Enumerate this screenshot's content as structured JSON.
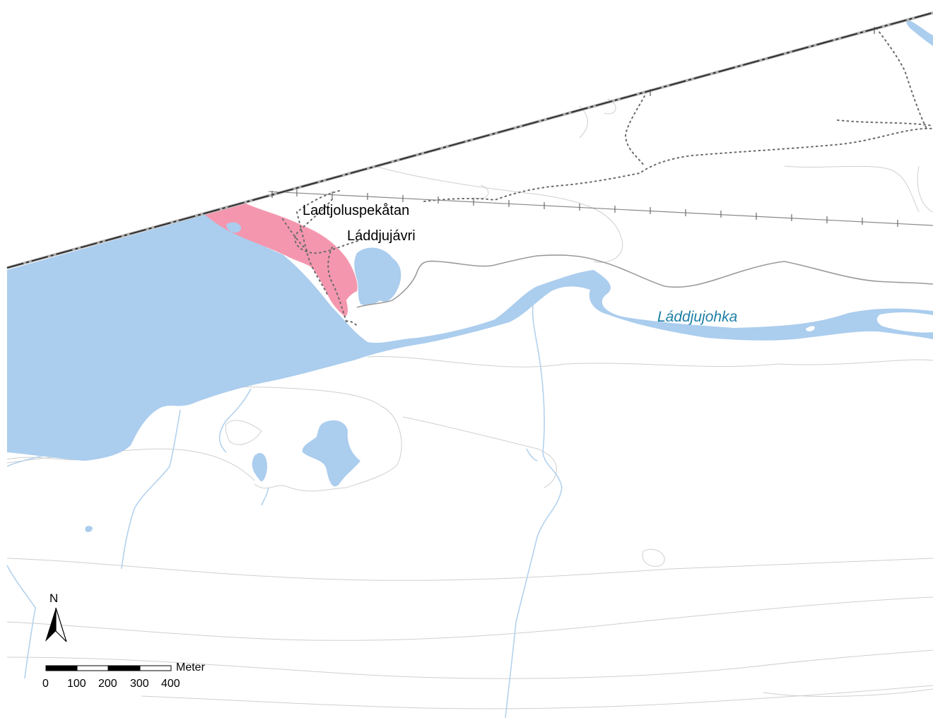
{
  "labels": {
    "place_1": "Ladtjoluspekåtan",
    "place_2": "Láddjujávri",
    "river": "Láddjujohka"
  },
  "north_arrow": {
    "letter": "N"
  },
  "scale_bar": {
    "unit": "Meter",
    "ticks": [
      "0",
      "100",
      "200",
      "300",
      "400"
    ]
  },
  "colors": {
    "water": "#abcdee",
    "highlight_area": "#f497ae",
    "river_label": "#1d7fa6",
    "contour": "#c9c9c9",
    "boundary": "#3a3a3a",
    "trail": "#6a6a6a"
  }
}
